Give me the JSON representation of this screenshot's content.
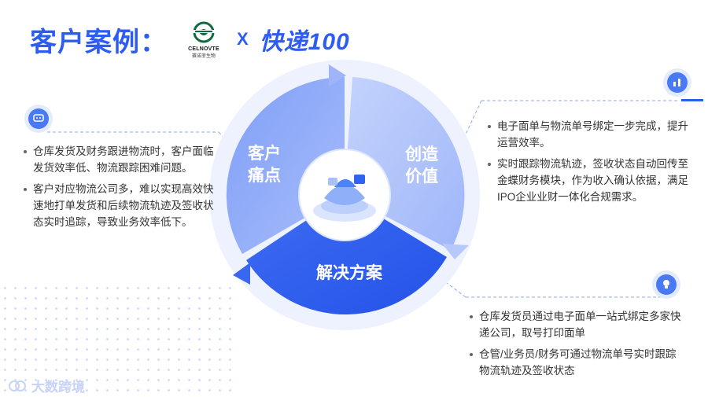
{
  "header": {
    "title": "客户案例：",
    "partner_logo_text": "CELNOVTE",
    "partner_logo_sub": "赛诺菲生物",
    "times": "X",
    "kuaidi_logo": "快递100"
  },
  "wheel": {
    "segment_left": "客户\n痛点",
    "segment_right": "创造\n价值",
    "segment_bottom": "解决方案"
  },
  "left_panel": {
    "items": [
      "仓库发货及财务跟进物流时，客户面临发货效率低、物流跟踪困难问题。",
      "客户对应物流公司多，难以实现高效快速地打单发货和后续物流轨迹及签收状态实时追踪，导致业务效率低下。"
    ]
  },
  "right_panel": {
    "items": [
      "电子面单与物流单号绑定一步完成，提升运营效率。",
      "实时跟踪物流轨迹，签收状态自动回传至金蝶财务模块，作为收入确认依据，满足IPO企业业财一体化合规需求。"
    ]
  },
  "bottom_panel": {
    "items": [
      "仓库发货员通过电子面单一站式绑定多家快递公司，取号打印面单",
      "仓管/业务员/财务可通过物流单号实时跟踪物流轨迹及签收状态"
    ]
  },
  "watermark": {
    "text": "大数跨境"
  },
  "colors": {
    "accent": "#2d5cf2",
    "light": "#b8c9fb"
  }
}
